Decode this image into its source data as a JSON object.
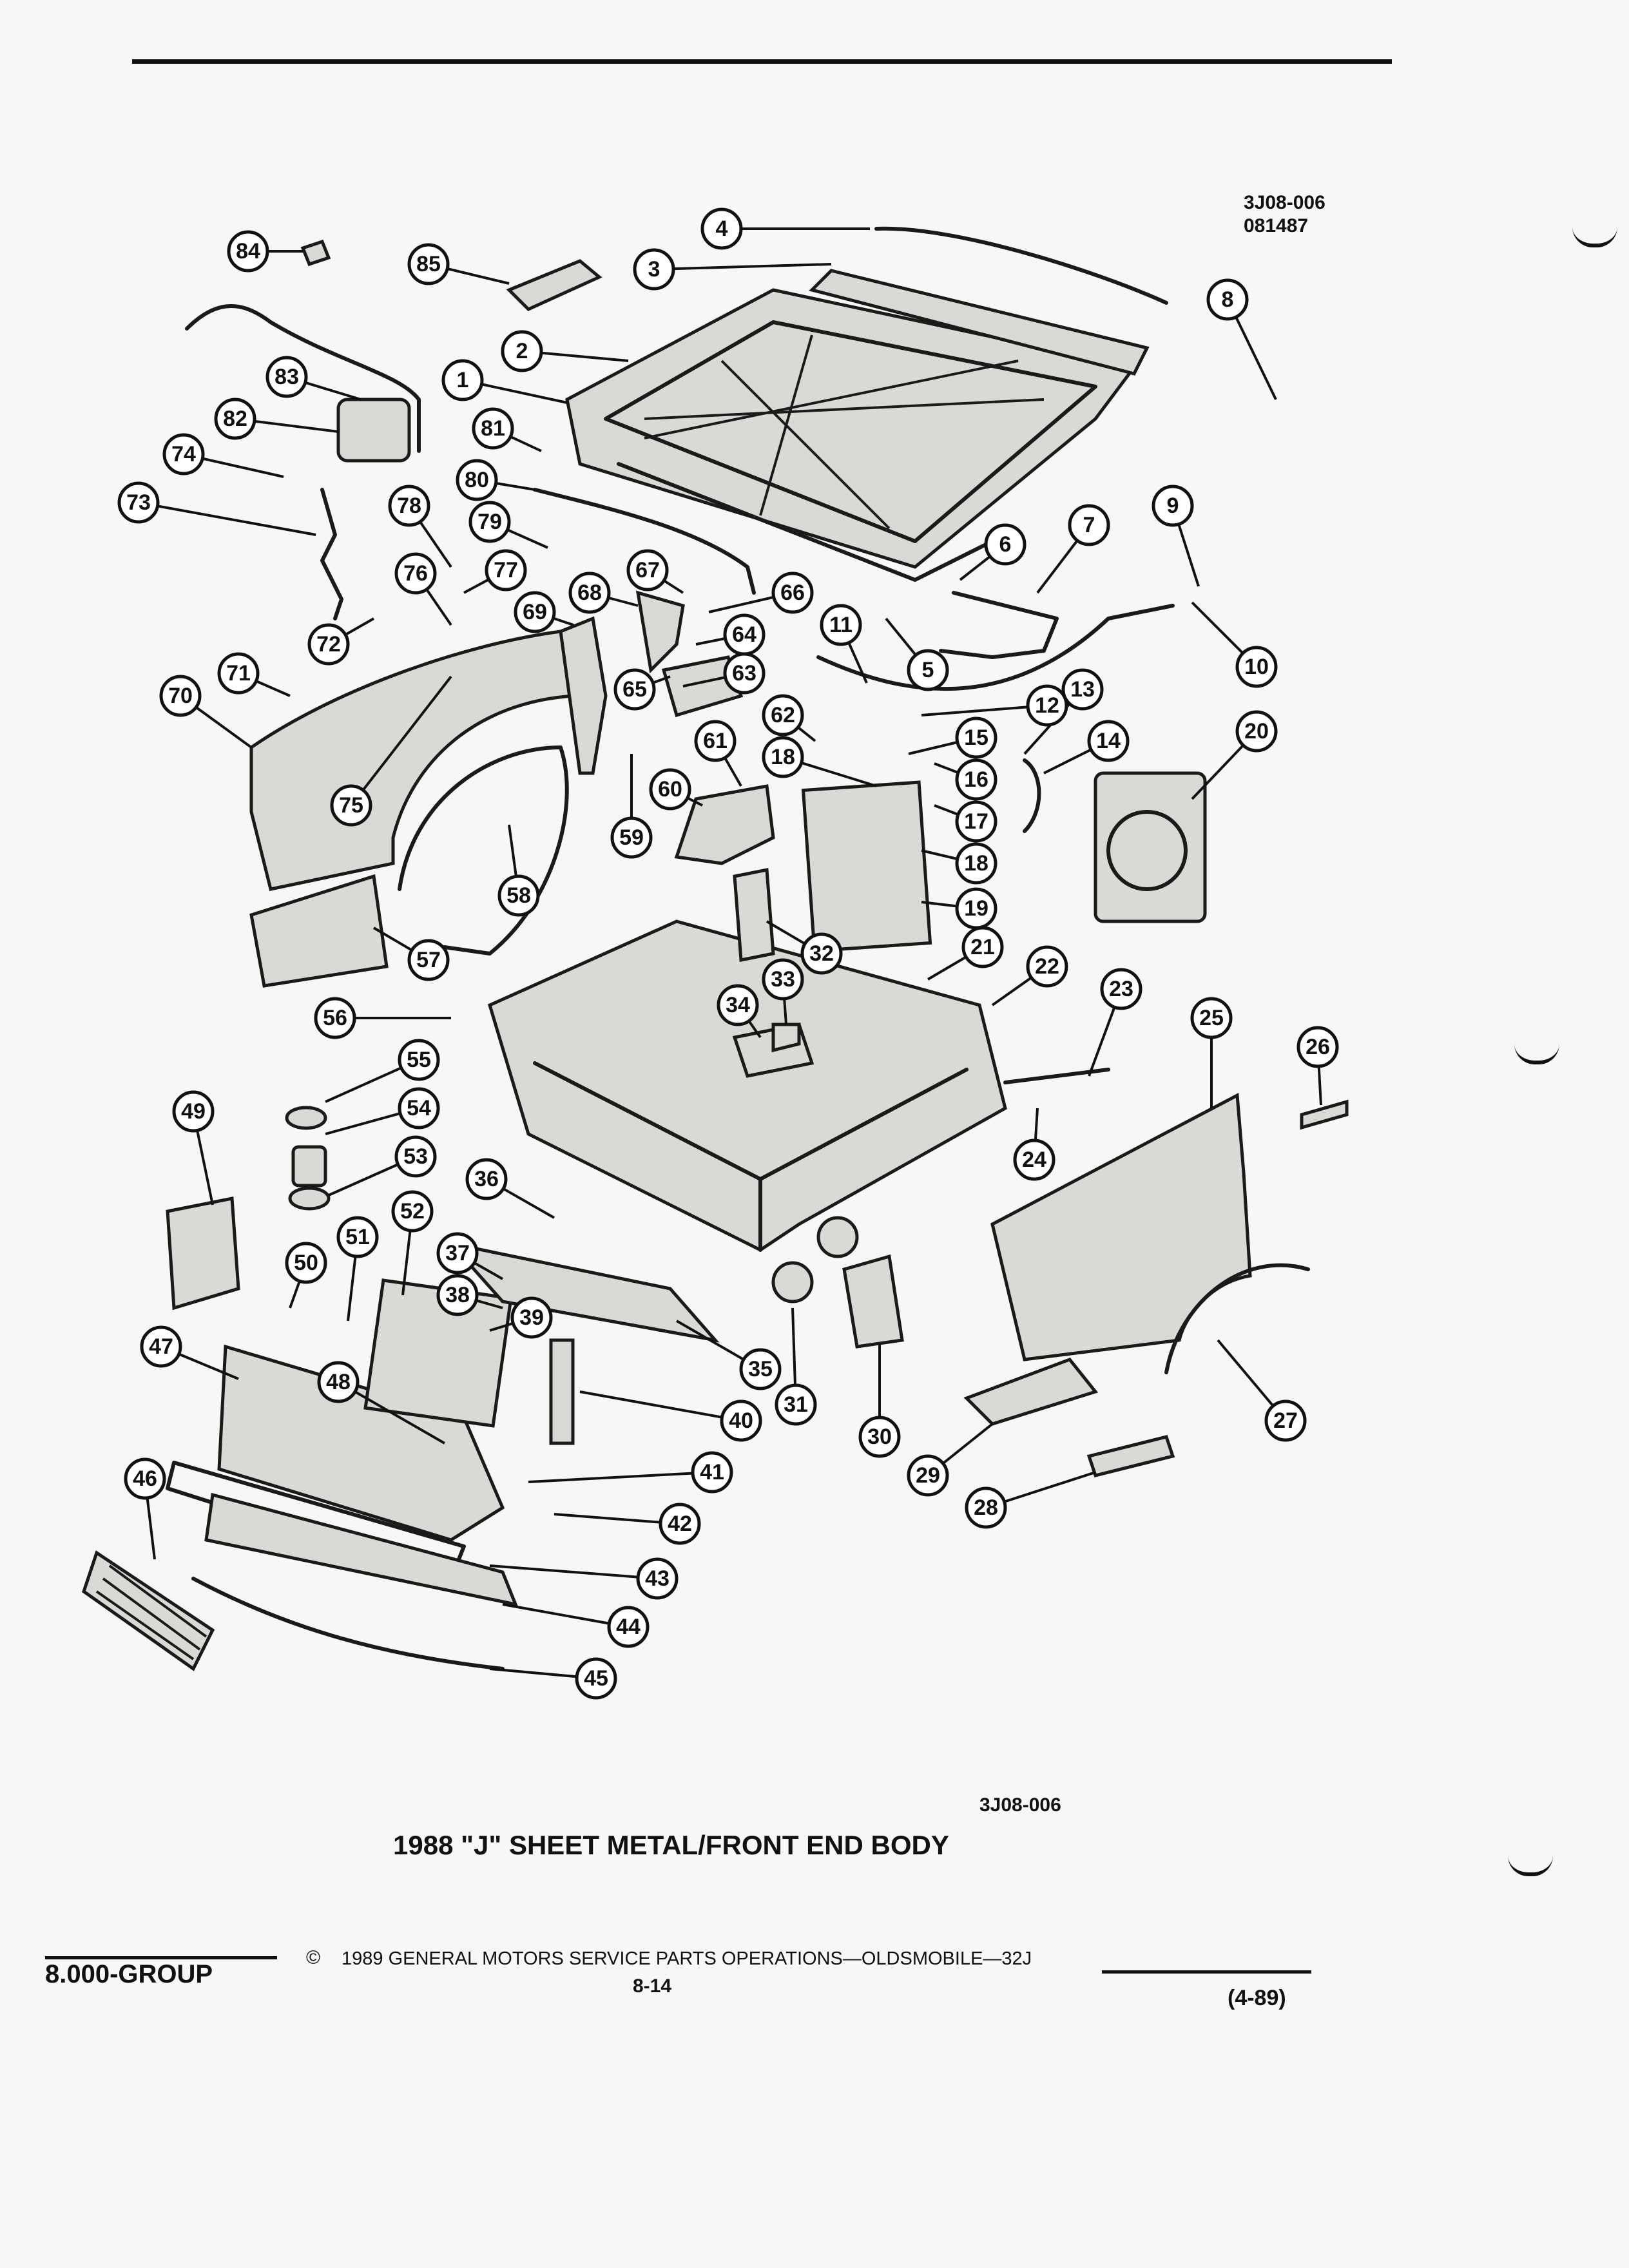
{
  "header": {
    "figure_code_top": "3J08-006",
    "figure_date": "081487"
  },
  "figure": {
    "code_bottom": "3J08-006",
    "title": "1988 \"J\" SHEET METAL/FRONT END BODY"
  },
  "footer": {
    "group": "8.000-GROUP",
    "copyright_symbol": "©",
    "copyright": "1989 GENERAL MOTORS SERVICE PARTS OPERATIONS—OLDSMOBILE—32J",
    "page_number": "8-14",
    "revision": "(4-89)"
  },
  "callouts": [
    {
      "id": "1",
      "label": "1"
    },
    {
      "id": "2",
      "label": "2"
    },
    {
      "id": "3",
      "label": "3"
    },
    {
      "id": "4",
      "label": "4"
    },
    {
      "id": "5",
      "label": "5"
    },
    {
      "id": "6",
      "label": "6"
    },
    {
      "id": "7",
      "label": "7"
    },
    {
      "id": "8",
      "label": "8"
    },
    {
      "id": "9",
      "label": "9"
    },
    {
      "id": "10",
      "label": "10"
    },
    {
      "id": "11",
      "label": "11"
    },
    {
      "id": "12",
      "label": "12"
    },
    {
      "id": "13",
      "label": "13"
    },
    {
      "id": "14",
      "label": "14"
    },
    {
      "id": "15",
      "label": "15"
    },
    {
      "id": "16",
      "label": "16"
    },
    {
      "id": "17",
      "label": "17"
    },
    {
      "id": "18a",
      "label": "18"
    },
    {
      "id": "18b",
      "label": "18"
    },
    {
      "id": "19",
      "label": "19"
    },
    {
      "id": "20",
      "label": "20"
    },
    {
      "id": "21",
      "label": "21"
    },
    {
      "id": "22",
      "label": "22"
    },
    {
      "id": "23",
      "label": "23"
    },
    {
      "id": "24",
      "label": "24"
    },
    {
      "id": "25",
      "label": "25"
    },
    {
      "id": "26",
      "label": "26"
    },
    {
      "id": "27",
      "label": "27"
    },
    {
      "id": "28",
      "label": "28"
    },
    {
      "id": "29",
      "label": "29"
    },
    {
      "id": "30",
      "label": "30"
    },
    {
      "id": "31",
      "label": "31"
    },
    {
      "id": "32",
      "label": "32"
    },
    {
      "id": "33",
      "label": "33"
    },
    {
      "id": "34",
      "label": "34"
    },
    {
      "id": "35",
      "label": "35"
    },
    {
      "id": "36",
      "label": "36"
    },
    {
      "id": "37",
      "label": "37"
    },
    {
      "id": "38",
      "label": "38"
    },
    {
      "id": "39",
      "label": "39"
    },
    {
      "id": "40",
      "label": "40"
    },
    {
      "id": "41",
      "label": "41"
    },
    {
      "id": "42",
      "label": "42"
    },
    {
      "id": "43",
      "label": "43"
    },
    {
      "id": "44",
      "label": "44"
    },
    {
      "id": "45",
      "label": "45"
    },
    {
      "id": "46",
      "label": "46"
    },
    {
      "id": "47",
      "label": "47"
    },
    {
      "id": "48",
      "label": "48"
    },
    {
      "id": "49",
      "label": "49"
    },
    {
      "id": "50",
      "label": "50"
    },
    {
      "id": "51",
      "label": "51"
    },
    {
      "id": "52",
      "label": "52"
    },
    {
      "id": "53",
      "label": "53"
    },
    {
      "id": "54",
      "label": "54"
    },
    {
      "id": "55",
      "label": "55"
    },
    {
      "id": "56",
      "label": "56"
    },
    {
      "id": "57",
      "label": "57"
    },
    {
      "id": "58",
      "label": "58"
    },
    {
      "id": "59",
      "label": "59"
    },
    {
      "id": "60",
      "label": "60"
    },
    {
      "id": "61",
      "label": "61"
    },
    {
      "id": "62",
      "label": "62"
    },
    {
      "id": "63",
      "label": "63"
    },
    {
      "id": "64",
      "label": "64"
    },
    {
      "id": "65",
      "label": "65"
    },
    {
      "id": "66",
      "label": "66"
    },
    {
      "id": "67",
      "label": "67"
    },
    {
      "id": "68",
      "label": "68"
    },
    {
      "id": "69",
      "label": "69"
    },
    {
      "id": "70",
      "label": "70"
    },
    {
      "id": "71",
      "label": "71"
    },
    {
      "id": "72",
      "label": "72"
    },
    {
      "id": "73",
      "label": "73"
    },
    {
      "id": "74",
      "label": "74"
    },
    {
      "id": "75",
      "label": "75"
    },
    {
      "id": "76",
      "label": "76"
    },
    {
      "id": "77",
      "label": "77"
    },
    {
      "id": "78",
      "label": "78"
    },
    {
      "id": "79",
      "label": "79"
    },
    {
      "id": "80",
      "label": "80"
    },
    {
      "id": "81",
      "label": "81"
    },
    {
      "id": "82",
      "label": "82"
    },
    {
      "id": "83",
      "label": "83"
    },
    {
      "id": "84",
      "label": "84"
    },
    {
      "id": "85",
      "label": "85"
    }
  ]
}
